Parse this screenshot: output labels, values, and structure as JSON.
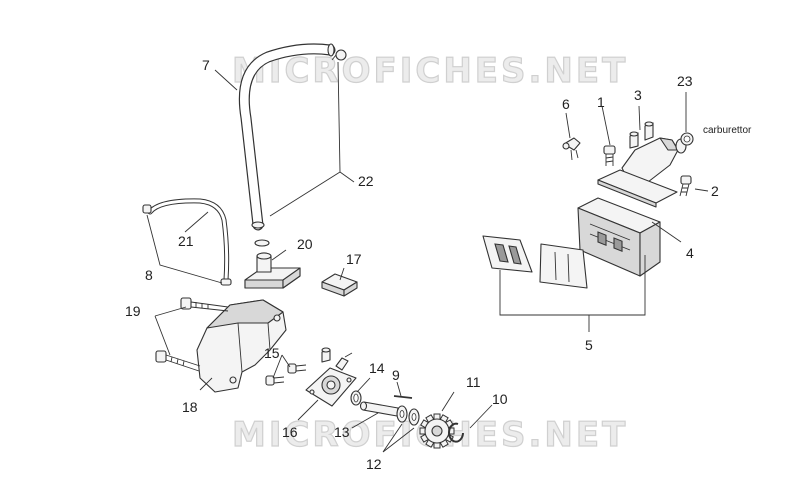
{
  "watermark": "MICROFICHES.NET",
  "note": "carburettor",
  "callouts": [
    "1",
    "2",
    "3",
    "4",
    "5",
    "6",
    "7",
    "8",
    "9",
    "10",
    "11",
    "12",
    "13",
    "14",
    "15",
    "16",
    "17",
    "18",
    "19",
    "20",
    "21",
    "22",
    "23"
  ]
}
